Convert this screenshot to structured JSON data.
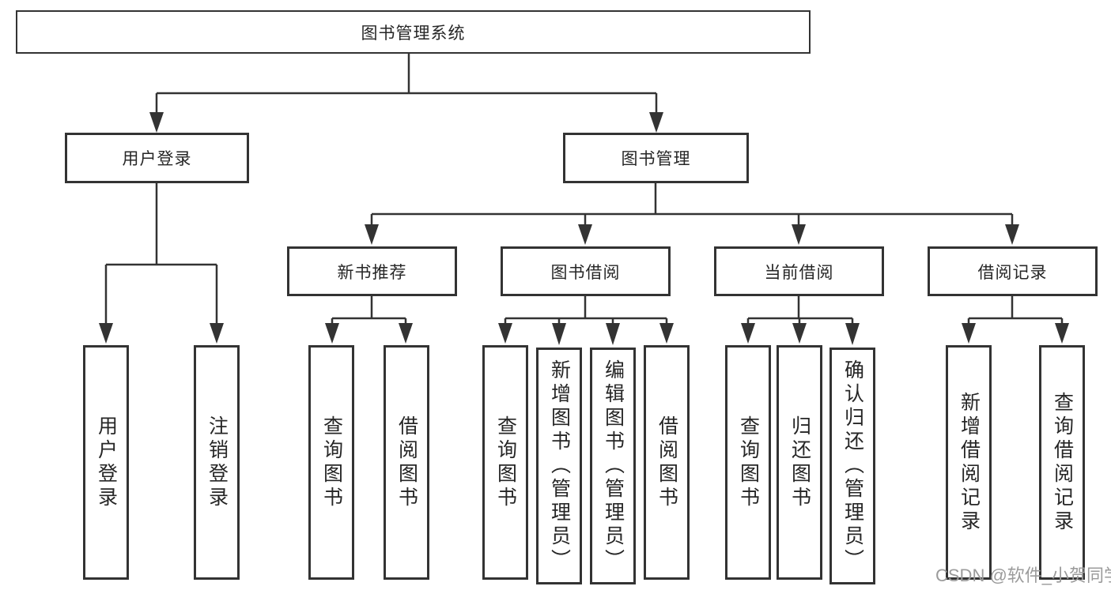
{
  "diagram": {
    "root": {
      "label": "图书管理系统"
    },
    "branches": [
      {
        "label": "用户登录",
        "children": [
          {
            "label": "用户登录"
          },
          {
            "label": "注销登录"
          }
        ]
      },
      {
        "label": "图书管理",
        "children": [
          {
            "label": "新书推荐",
            "children": [
              {
                "label": "查询图书"
              },
              {
                "label": "借阅图书"
              }
            ]
          },
          {
            "label": "图书借阅",
            "children": [
              {
                "label": "查询图书"
              },
              {
                "label": "新增图书（管理员）"
              },
              {
                "label": "编辑图书（管理员）"
              },
              {
                "label": "借阅图书"
              }
            ]
          },
          {
            "label": "当前借阅",
            "children": [
              {
                "label": "查询图书"
              },
              {
                "label": "归还图书"
              },
              {
                "label": "确认归还（管理员）"
              }
            ]
          },
          {
            "label": "借阅记录",
            "children": [
              {
                "label": "新增借阅记录"
              },
              {
                "label": "查询借阅记录"
              }
            ]
          }
        ]
      }
    ]
  },
  "watermark": {
    "text": "CSDN @软件_小贺同学"
  },
  "colors": {
    "line": "#333333",
    "text": "#262626",
    "watermark": "#9b9b9b",
    "background": "#ffffff"
  }
}
